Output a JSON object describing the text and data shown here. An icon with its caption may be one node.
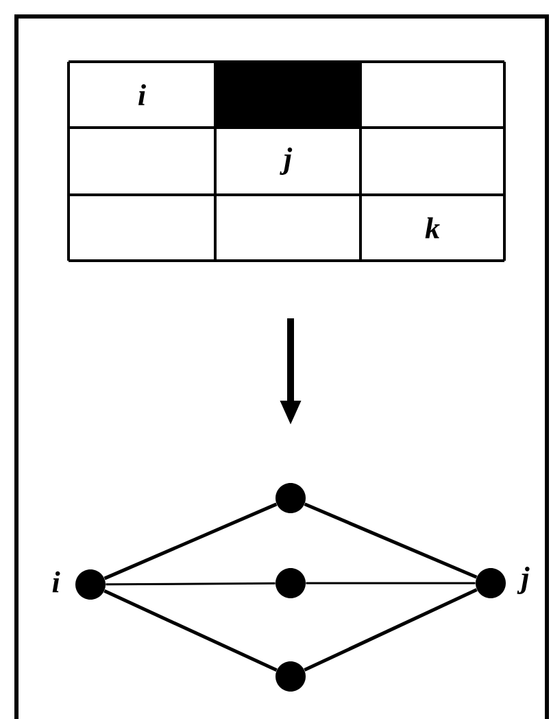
{
  "diagram": {
    "nodes": [
      {
        "text": [],
        "shape": "circle",
        "beside": [
          "i"
        ]
      },
      {
        "text": [],
        "shape": "circle"
      },
      {
        "text": [],
        "shape": "circle"
      },
      {
        "text": [],
        "shape": "circle"
      },
      {
        "text": [],
        "shape": "circle",
        "beside": [
          "j"
        ]
      }
    ],
    "edges": [
      {
        "from": 0,
        "to": 1,
        "arrow": "none"
      },
      {
        "from": 0,
        "to": 2,
        "arrow": "none"
      },
      {
        "from": 0,
        "to": 3,
        "arrow": "none"
      },
      {
        "from": 1,
        "to": 4,
        "arrow": "none"
      },
      {
        "from": 2,
        "to": 4,
        "arrow": "none"
      },
      {
        "from": 3,
        "to": 4,
        "arrow": "none"
      }
    ],
    "labels": [
      "i",
      "j",
      "k"
    ]
  }
}
